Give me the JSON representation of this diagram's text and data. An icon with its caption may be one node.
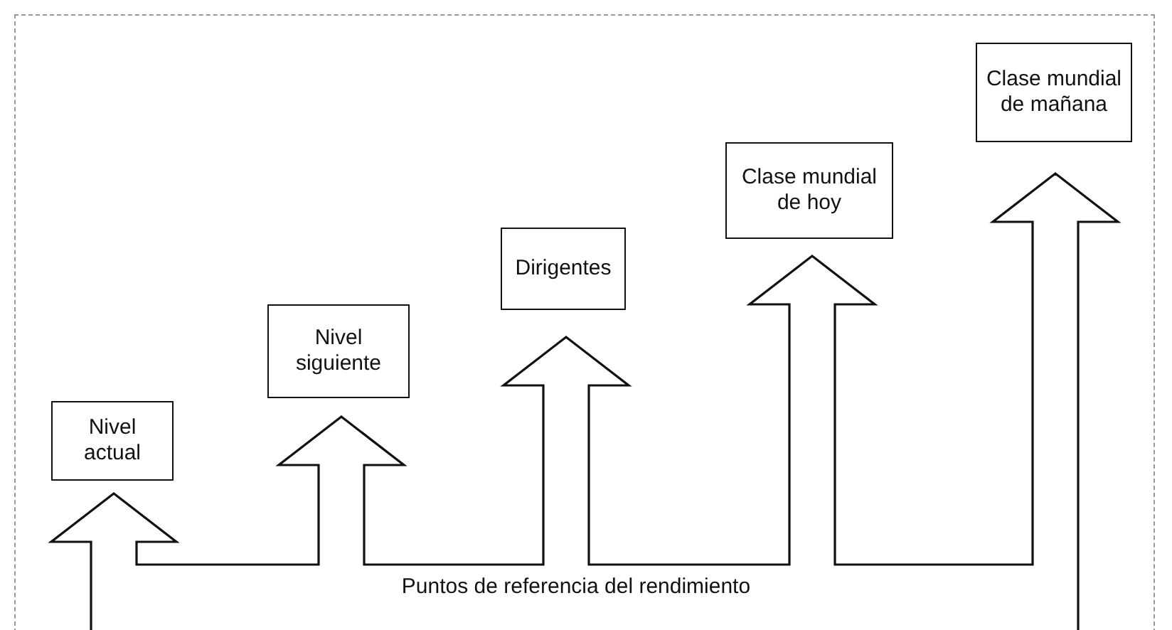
{
  "diagram": {
    "nodes": [
      {
        "text": [
          "Nivel actual"
        ]
      },
      {
        "text": [
          "Nivel siguiente"
        ]
      },
      {
        "text": [
          "Dirigentes"
        ]
      },
      {
        "text": [
          "Clase mundial de hoy"
        ]
      },
      {
        "text": [
          "Clase mundial de mañana"
        ]
      }
    ],
    "labels": [
      "Puntos de referencia del rendimiento"
    ]
  }
}
